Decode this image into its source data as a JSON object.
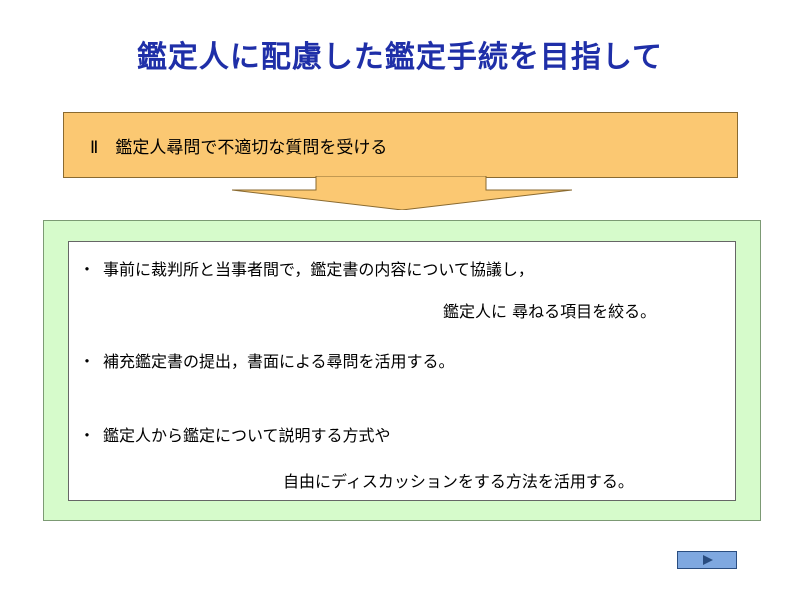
{
  "slide": {
    "title": "鑑定人に配慮した鑑定手続を目指して",
    "banner": "Ⅱ　鑑定人尋問で不適切な質問を受ける",
    "items": [
      {
        "bullet": "・",
        "line1": "事前に裁判所と当事者間で，鑑定書の内容について協議し，",
        "line2": "鑑定人に 尋ねる項目を絞る。"
      },
      {
        "bullet": "・",
        "line1": "補充鑑定書の提出，書面による尋問を活用する。"
      },
      {
        "bullet": "・",
        "line1": "鑑定人から鑑定について説明する方式や",
        "line2": "自由にディスカッションをする方法を活用する。"
      }
    ]
  },
  "nav": {
    "next_icon": "play-right-icon"
  },
  "colors": {
    "title": "#1f2fa8",
    "banner": "#fbc872",
    "panel": "#d6fbcb",
    "nav_button": "#7fa8e0"
  }
}
